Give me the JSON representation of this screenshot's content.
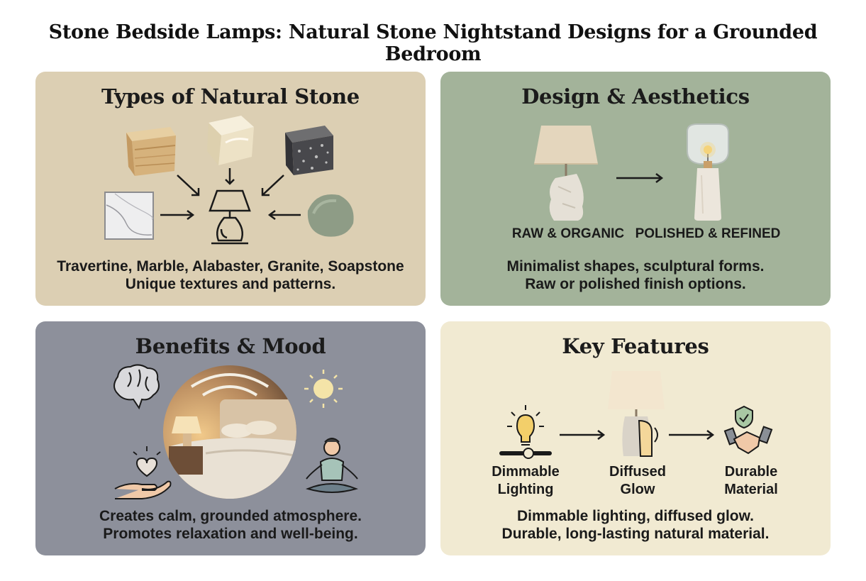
{
  "title": "Stone Bedside Lamps: Natural Stone Nightstand Designs for a Grounded Bedroom",
  "panels": {
    "types": {
      "title": "Types of Natural Stone",
      "caption_line1": "Travertine, Marble, Alabaster, Granite, Soapstone",
      "caption_line2": "Unique textures and patterns.",
      "color": "#dccfb3"
    },
    "design": {
      "title": "Design & Aesthetics",
      "label_left": "RAW & ORGANIC",
      "label_right": "POLISHED & REFINED",
      "caption_line1": "Minimalist shapes, sculptural forms.",
      "caption_line2": "Raw or polished finish options.",
      "color": "#a3b39a"
    },
    "benefits": {
      "title": "Benefits & Mood",
      "caption_line1": "Creates calm, grounded atmosphere.",
      "caption_line2": "Promotes relaxation and well-being.",
      "color": "#8d909b"
    },
    "features": {
      "title": "Key Features",
      "items": [
        {
          "line1": "Dimmable",
          "line2": "Lighting"
        },
        {
          "line1": "Diffused",
          "line2": "Glow"
        },
        {
          "line1": "Durable",
          "line2": "Material"
        }
      ],
      "caption_line1": "Dimmable lighting, diffused glow.",
      "caption_line2": "Durable, long-lasting natural material.",
      "color": "#f1ead2"
    }
  }
}
